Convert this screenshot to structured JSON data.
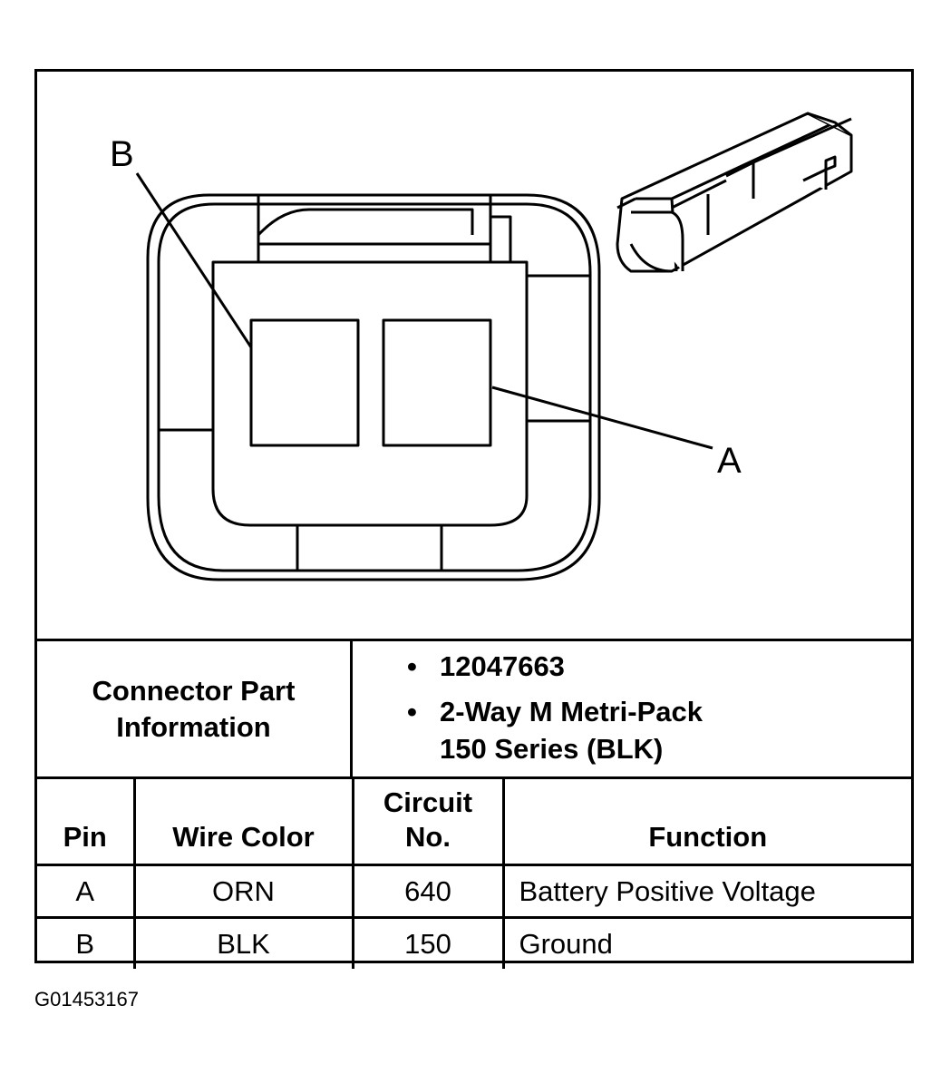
{
  "diagram": {
    "callouts": [
      "B",
      "A"
    ]
  },
  "connector_info": {
    "label": "Connector Part Information",
    "items": [
      "12047663",
      "2-Way M Metri-Pack",
      "150 Series (BLK)"
    ]
  },
  "table": {
    "headers": {
      "pin": "Pin",
      "wire_color": "Wire Color",
      "circuit_line1": "Circuit",
      "circuit_line2": "No.",
      "function": "Function"
    },
    "rows": [
      {
        "pin": "A",
        "wire_color": "ORN",
        "circuit": "640",
        "function": "Battery Positive Voltage"
      },
      {
        "pin": "B",
        "wire_color": "BLK",
        "circuit": "150",
        "function": "Ground"
      }
    ]
  },
  "figure_id": "G01453167"
}
